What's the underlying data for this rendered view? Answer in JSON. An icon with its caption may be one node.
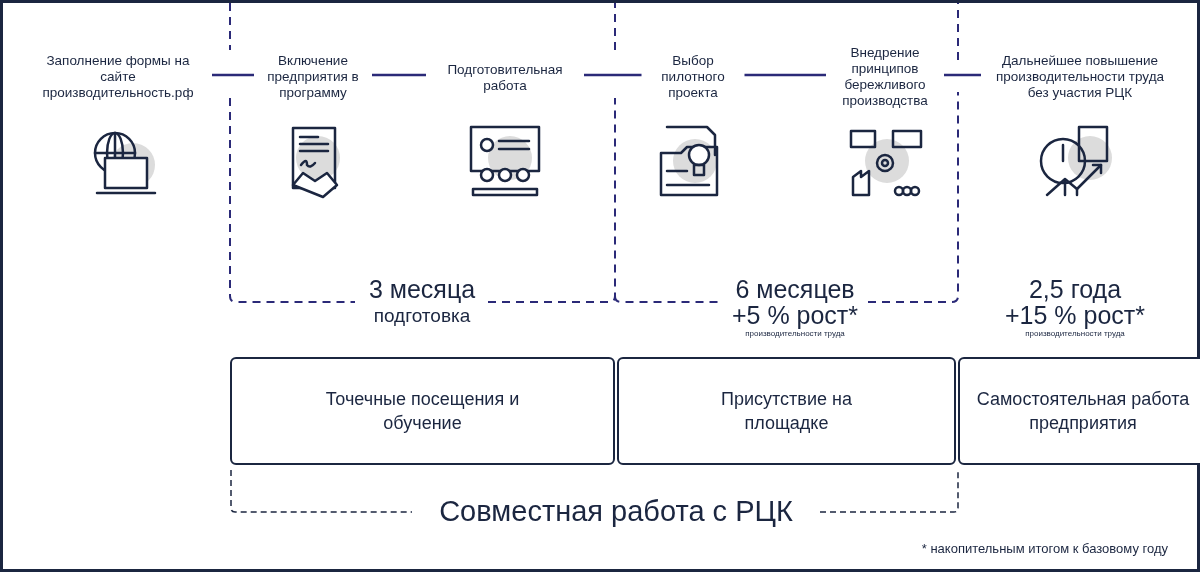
{
  "diagram": {
    "nodes": [
      {
        "text": [
          "Заполнение формы на сайте производительность.рф"
        ]
      },
      {
        "text": [
          "Включение предприятия в программу"
        ]
      },
      {
        "text": [
          "Подготовительная работа"
        ]
      },
      {
        "text": [
          "Выбор пилотного проекта"
        ]
      },
      {
        "text": [
          "Внедрение принципов бережливого производства"
        ]
      },
      {
        "text": [
          "Дальнейшее повышение производительности труда без участия РЦК"
        ]
      },
      {
        "text": [
          "Точечные посещения и обучение"
        ]
      },
      {
        "text": [
          "Присутствие на площадке"
        ]
      },
      {
        "text": [
          "Самостоятельная работа предприятия"
        ]
      }
    ],
    "edges": [
      {
        "from": 0,
        "to": 1,
        "arrow": "none"
      },
      {
        "from": 1,
        "to": 2,
        "arrow": "none"
      },
      {
        "from": 2,
        "to": 3,
        "arrow": "none"
      },
      {
        "from": 3,
        "to": 4,
        "arrow": "none"
      },
      {
        "from": 4,
        "to": 5,
        "arrow": "none"
      }
    ],
    "labels": [
      "3 месяца",
      "подготовка",
      "6 месяцев",
      "+5 % рост*",
      "производительности труда",
      "2,5 года",
      "+15 % рост*",
      "производительности труда",
      "Совместная работа с РЦК",
      "* накопительным итогом к базовому году"
    ]
  }
}
